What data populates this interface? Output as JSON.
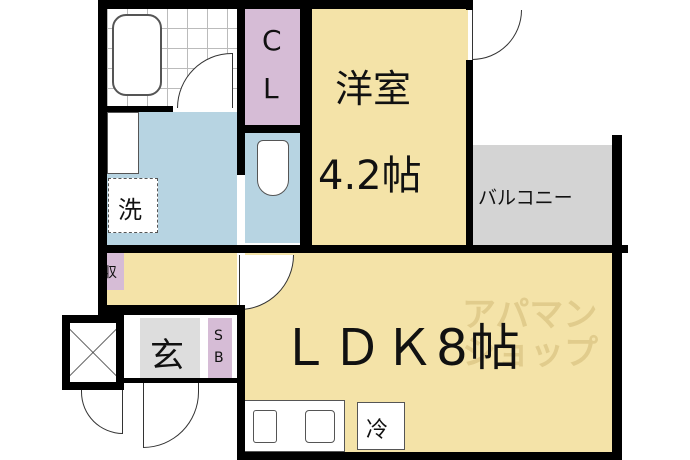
{
  "rooms": {
    "western_room": {
      "name": "洋室",
      "size": "4.2帖"
    },
    "closet": {
      "c": "C",
      "l": "L"
    },
    "balcony": "バルコニー",
    "ldk": "ＬＤＫ8帖",
    "washer": "洗",
    "storage": "収",
    "entrance": "玄",
    "shoe_box": {
      "s": "S",
      "b": "B"
    },
    "fridge": "冷"
  },
  "watermark": "アパマンショップ",
  "colors": {
    "western": "#f4e3a8",
    "closet": "#d6bcd6",
    "wet": "#b7d4e2",
    "balcony": "#d4d4d4",
    "ldk": "#f4e3a8",
    "wall": "#000000"
  }
}
